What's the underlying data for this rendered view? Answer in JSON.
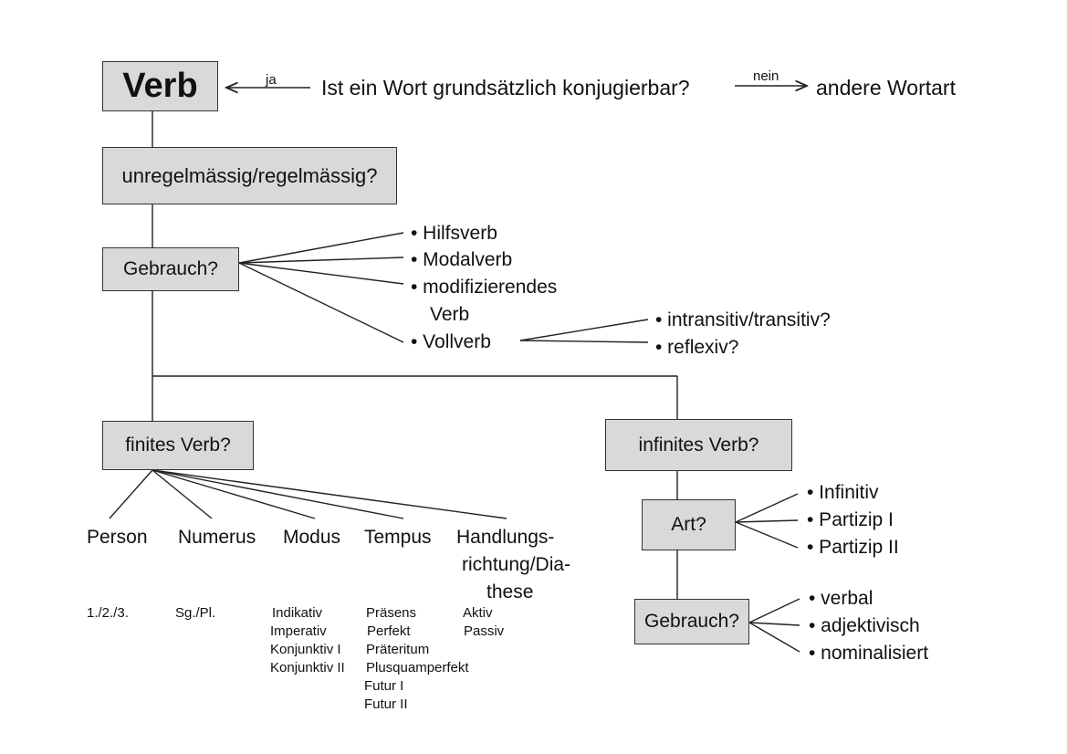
{
  "question": {
    "verb": "Verb",
    "yes": "ja",
    "text": "Ist ein Wort grundsätzlich konjugierbar?",
    "no": "nein",
    "other": "andere Wortart"
  },
  "regularity": "unregelmässig/regelmässig?",
  "usage": {
    "label": "Gebrauch?",
    "items": [
      "• Hilfsverb",
      "• Modalverb",
      "• modifizierendes",
      "Verb",
      "• Vollverb"
    ]
  },
  "vollverb": [
    "• intransitiv/transitiv?",
    "• reflexiv?"
  ],
  "finite": {
    "label": "finites Verb?",
    "categories": [
      "Person",
      "Numerus",
      "Modus",
      "Tempus",
      "Handlungs-",
      "richtung/Dia-",
      "these"
    ],
    "values": {
      "person": "1./2./3.",
      "numerus": "Sg./Pl.",
      "modus": [
        "Indikativ",
        "Imperativ",
        "Konjunktiv I",
        "Konjunktiv II"
      ],
      "tempus": [
        "Präsens",
        "Perfekt",
        "Präteritum",
        "Plusquamperfekt",
        "Futur I",
        "Futur II"
      ],
      "diathese": [
        "Aktiv",
        "Passiv"
      ]
    }
  },
  "infinite": {
    "label": "infinites Verb?",
    "art": {
      "label": "Art?",
      "items": [
        "• Infinitiv",
        "• Partizip I",
        "• Partizip II"
      ]
    },
    "usage": {
      "label": "Gebrauch?",
      "items": [
        "• verbal",
        "• adjektivisch",
        "• nominalisiert"
      ]
    }
  }
}
